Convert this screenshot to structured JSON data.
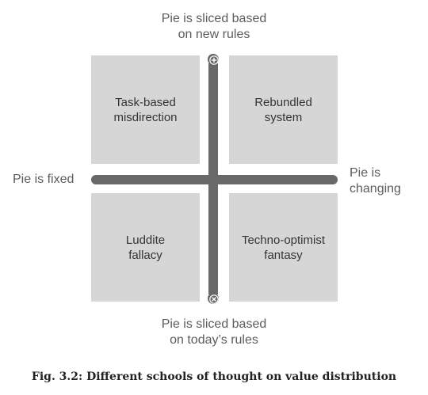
{
  "labels": {
    "top": "Pie is sliced based\non new rules",
    "bottom": "Pie is sliced based\non today’s rules",
    "left": "Pie is fixed",
    "right": "Pie is\nchanging"
  },
  "quadrants": {
    "top_left": "Task-based\nmisdirection",
    "top_right": "Rebundled\nsystem",
    "bottom_left": "Luddite\nfallacy",
    "bottom_right": "Techno-optimist\nfantasy"
  },
  "caption": "Fig. 3.2: Different schools of thought on value distribution",
  "colors": {
    "quadrant_fill": "#d6d6d6",
    "axis": "#686868"
  },
  "icons": {
    "top_end": "plus-circle-icon",
    "bottom_end": "x-circle-icon",
    "left_end": "dot-icon",
    "right_end": "dot-icon"
  }
}
